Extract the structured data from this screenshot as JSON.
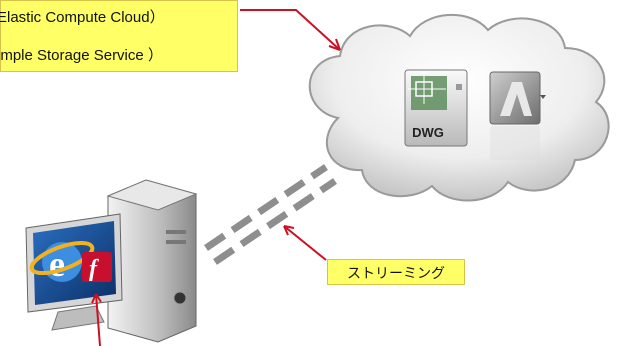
{
  "callouts": {
    "aws_line1": "Elastic Compute Cloud）",
    "aws_line2": "imple Storage Service ）",
    "streaming": "ストリーミング"
  },
  "file_icon": {
    "label": "DWG"
  },
  "colors": {
    "callout_fill": "#ffff66",
    "arrow": "#cc1122",
    "cloud_fill": "#e4e4e4"
  }
}
